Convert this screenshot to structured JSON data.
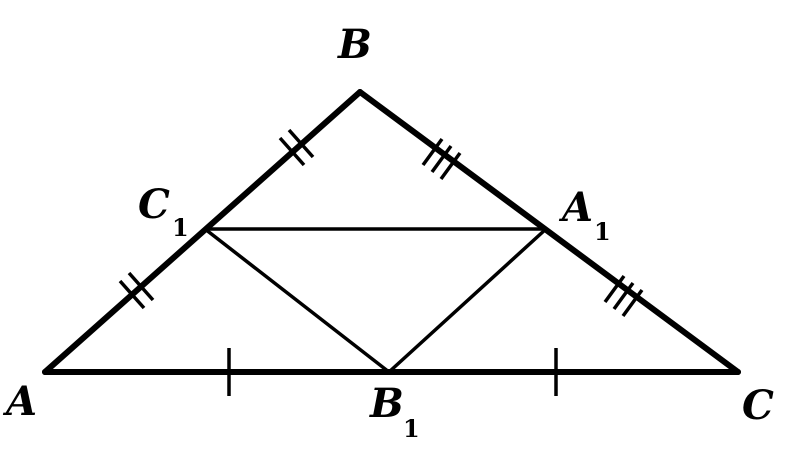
{
  "figure": {
    "labels": {
      "A": {
        "main": "A",
        "sub": ""
      },
      "B": {
        "main": "B",
        "sub": ""
      },
      "C": {
        "main": "C",
        "sub": ""
      },
      "A1": {
        "main": "A",
        "sub": "1"
      },
      "B1": {
        "main": "B",
        "sub": "1"
      },
      "C1": {
        "main": "C",
        "sub": "1"
      }
    }
  }
}
